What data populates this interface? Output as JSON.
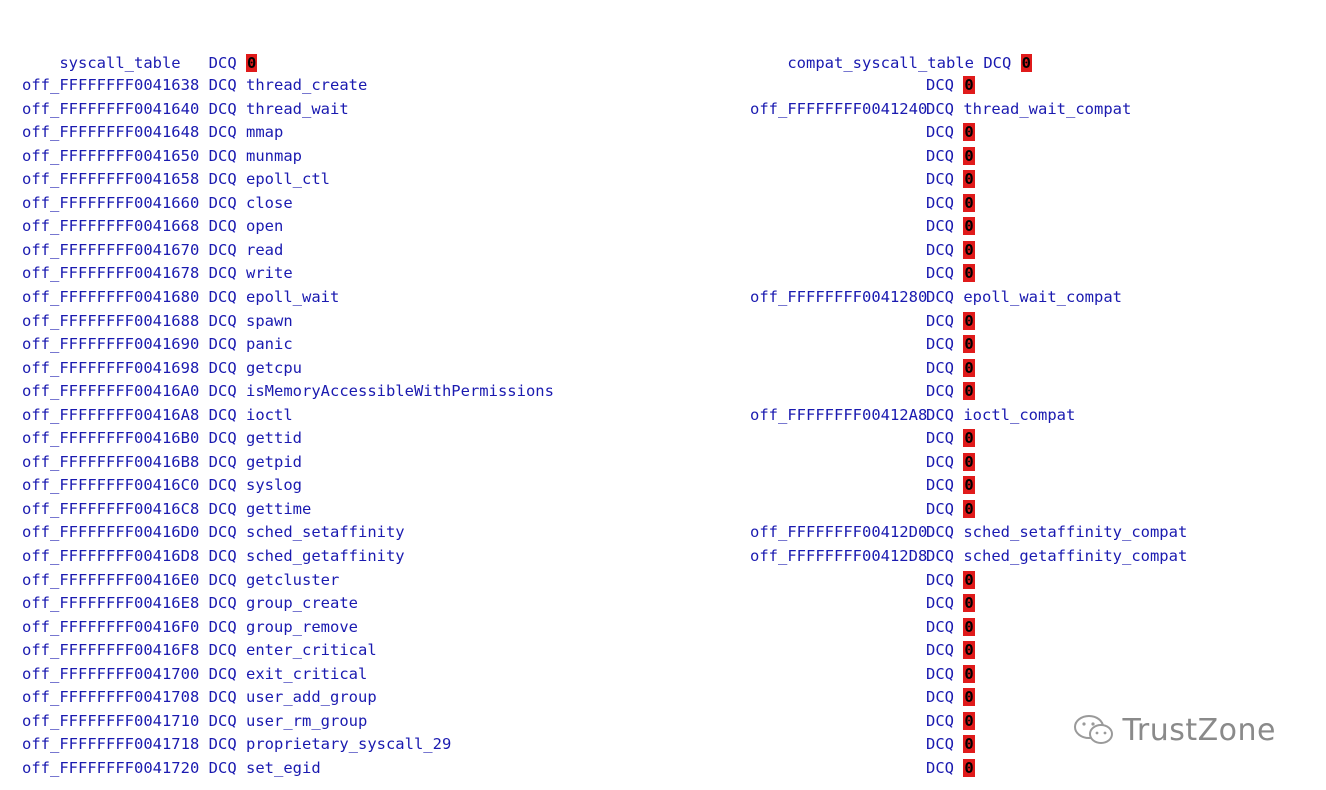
{
  "left": {
    "header": {
      "label": "syscall_table",
      "kw": "DCQ",
      "value": "0"
    },
    "rows": [
      {
        "label": "off_FFFFFFFF0041638",
        "kw": "DCQ",
        "target": "thread_create"
      },
      {
        "label": "off_FFFFFFFF0041640",
        "kw": "DCQ",
        "target": "thread_wait"
      },
      {
        "label": "off_FFFFFFFF0041648",
        "kw": "DCQ",
        "target": "mmap"
      },
      {
        "label": "off_FFFFFFFF0041650",
        "kw": "DCQ",
        "target": "munmap"
      },
      {
        "label": "off_FFFFFFFF0041658",
        "kw": "DCQ",
        "target": "epoll_ctl"
      },
      {
        "label": "off_FFFFFFFF0041660",
        "kw": "DCQ",
        "target": "close"
      },
      {
        "label": "off_FFFFFFFF0041668",
        "kw": "DCQ",
        "target": "open"
      },
      {
        "label": "off_FFFFFFFF0041670",
        "kw": "DCQ",
        "target": "read"
      },
      {
        "label": "off_FFFFFFFF0041678",
        "kw": "DCQ",
        "target": "write"
      },
      {
        "label": "off_FFFFFFFF0041680",
        "kw": "DCQ",
        "target": "epoll_wait"
      },
      {
        "label": "off_FFFFFFFF0041688",
        "kw": "DCQ",
        "target": "spawn"
      },
      {
        "label": "off_FFFFFFFF0041690",
        "kw": "DCQ",
        "target": "panic"
      },
      {
        "label": "off_FFFFFFFF0041698",
        "kw": "DCQ",
        "target": "getcpu"
      },
      {
        "label": "off_FFFFFFFF00416A0",
        "kw": "DCQ",
        "target": "isMemoryAccessibleWithPermissions"
      },
      {
        "label": "off_FFFFFFFF00416A8",
        "kw": "DCQ",
        "target": "ioctl"
      },
      {
        "label": "off_FFFFFFFF00416B0",
        "kw": "DCQ",
        "target": "gettid"
      },
      {
        "label": "off_FFFFFFFF00416B8",
        "kw": "DCQ",
        "target": "getpid"
      },
      {
        "label": "off_FFFFFFFF00416C0",
        "kw": "DCQ",
        "target": "syslog"
      },
      {
        "label": "off_FFFFFFFF00416C8",
        "kw": "DCQ",
        "target": "gettime"
      },
      {
        "label": "off_FFFFFFFF00416D0",
        "kw": "DCQ",
        "target": "sched_setaffinity"
      },
      {
        "label": "off_FFFFFFFF00416D8",
        "kw": "DCQ",
        "target": "sched_getaffinity"
      },
      {
        "label": "off_FFFFFFFF00416E0",
        "kw": "DCQ",
        "target": "getcluster"
      },
      {
        "label": "off_FFFFFFFF00416E8",
        "kw": "DCQ",
        "target": "group_create"
      },
      {
        "label": "off_FFFFFFFF00416F0",
        "kw": "DCQ",
        "target": "group_remove"
      },
      {
        "label": "off_FFFFFFFF00416F8",
        "kw": "DCQ",
        "target": "enter_critical"
      },
      {
        "label": "off_FFFFFFFF0041700",
        "kw": "DCQ",
        "target": "exit_critical"
      },
      {
        "label": "off_FFFFFFFF0041708",
        "kw": "DCQ",
        "target": "user_add_group"
      },
      {
        "label": "off_FFFFFFFF0041710",
        "kw": "DCQ",
        "target": "user_rm_group"
      },
      {
        "label": "off_FFFFFFFF0041718",
        "kw": "DCQ",
        "target": "proprietary_syscall_29"
      },
      {
        "label": "off_FFFFFFFF0041720",
        "kw": "DCQ",
        "target": "set_egid"
      }
    ]
  },
  "right": {
    "header": {
      "label": "compat_syscall_table",
      "kw": "DCQ",
      "value": "0"
    },
    "rows": [
      {
        "label": "",
        "kw": "DCQ",
        "target": "",
        "value": "0"
      },
      {
        "label": "off_FFFFFFFF0041240",
        "kw": "DCQ",
        "target": "thread_wait_compat",
        "value": ""
      },
      {
        "label": "",
        "kw": "DCQ",
        "target": "",
        "value": "0"
      },
      {
        "label": "",
        "kw": "DCQ",
        "target": "",
        "value": "0"
      },
      {
        "label": "",
        "kw": "DCQ",
        "target": "",
        "value": "0"
      },
      {
        "label": "",
        "kw": "DCQ",
        "target": "",
        "value": "0"
      },
      {
        "label": "",
        "kw": "DCQ",
        "target": "",
        "value": "0"
      },
      {
        "label": "",
        "kw": "DCQ",
        "target": "",
        "value": "0"
      },
      {
        "label": "",
        "kw": "DCQ",
        "target": "",
        "value": "0"
      },
      {
        "label": "off_FFFFFFFF0041280",
        "kw": "DCQ",
        "target": "epoll_wait_compat",
        "value": ""
      },
      {
        "label": "",
        "kw": "DCQ",
        "target": "",
        "value": "0"
      },
      {
        "label": "",
        "kw": "DCQ",
        "target": "",
        "value": "0"
      },
      {
        "label": "",
        "kw": "DCQ",
        "target": "",
        "value": "0"
      },
      {
        "label": "",
        "kw": "DCQ",
        "target": "",
        "value": "0"
      },
      {
        "label": "off_FFFFFFFF00412A8",
        "kw": "DCQ",
        "target": "ioctl_compat",
        "value": ""
      },
      {
        "label": "",
        "kw": "DCQ",
        "target": "",
        "value": "0"
      },
      {
        "label": "",
        "kw": "DCQ",
        "target": "",
        "value": "0"
      },
      {
        "label": "",
        "kw": "DCQ",
        "target": "",
        "value": "0"
      },
      {
        "label": "",
        "kw": "DCQ",
        "target": "",
        "value": "0"
      },
      {
        "label": "off_FFFFFFFF00412D0",
        "kw": "DCQ",
        "target": "sched_setaffinity_compat",
        "value": ""
      },
      {
        "label": "off_FFFFFFFF00412D8",
        "kw": "DCQ",
        "target": "sched_getaffinity_compat",
        "value": ""
      },
      {
        "label": "",
        "kw": "DCQ",
        "target": "",
        "value": "0"
      },
      {
        "label": "",
        "kw": "DCQ",
        "target": "",
        "value": "0"
      },
      {
        "label": "",
        "kw": "DCQ",
        "target": "",
        "value": "0"
      },
      {
        "label": "",
        "kw": "DCQ",
        "target": "",
        "value": "0"
      },
      {
        "label": "",
        "kw": "DCQ",
        "target": "",
        "value": "0"
      },
      {
        "label": "",
        "kw": "DCQ",
        "target": "",
        "value": "0"
      },
      {
        "label": "",
        "kw": "DCQ",
        "target": "",
        "value": "0"
      },
      {
        "label": "",
        "kw": "DCQ",
        "target": "",
        "value": "0"
      },
      {
        "label": "",
        "kw": "DCQ",
        "target": "",
        "value": "0"
      }
    ]
  },
  "watermark": {
    "text": "TrustZone",
    "icon": "wechat-icon"
  },
  "colors": {
    "text": "#1a1ab0",
    "highlight": "#e01b1b",
    "watermark": "#8a8a8a"
  }
}
